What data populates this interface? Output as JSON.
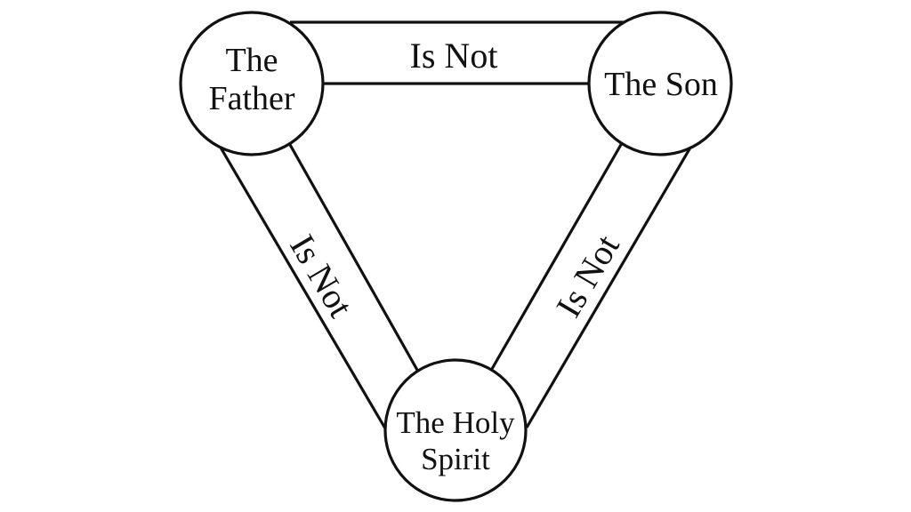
{
  "diagram": {
    "type": "trinity-shield",
    "colors": {
      "stroke": "#111111",
      "background": "#ffffff"
    },
    "nodes": [
      {
        "id": "father",
        "lines": [
          "The",
          "Father"
        ]
      },
      {
        "id": "son",
        "lines": [
          "The Son"
        ]
      },
      {
        "id": "holy-spirit",
        "lines": [
          "The Holy",
          "Spirit"
        ]
      }
    ],
    "edges": [
      {
        "id": "father-son",
        "from": "father",
        "to": "son",
        "label": "Is Not"
      },
      {
        "id": "father-holy-spirit",
        "from": "father",
        "to": "holy-spirit",
        "label": "Is Not"
      },
      {
        "id": "son-holy-spirit",
        "from": "son",
        "to": "holy-spirit",
        "label": "Is Not"
      }
    ]
  }
}
